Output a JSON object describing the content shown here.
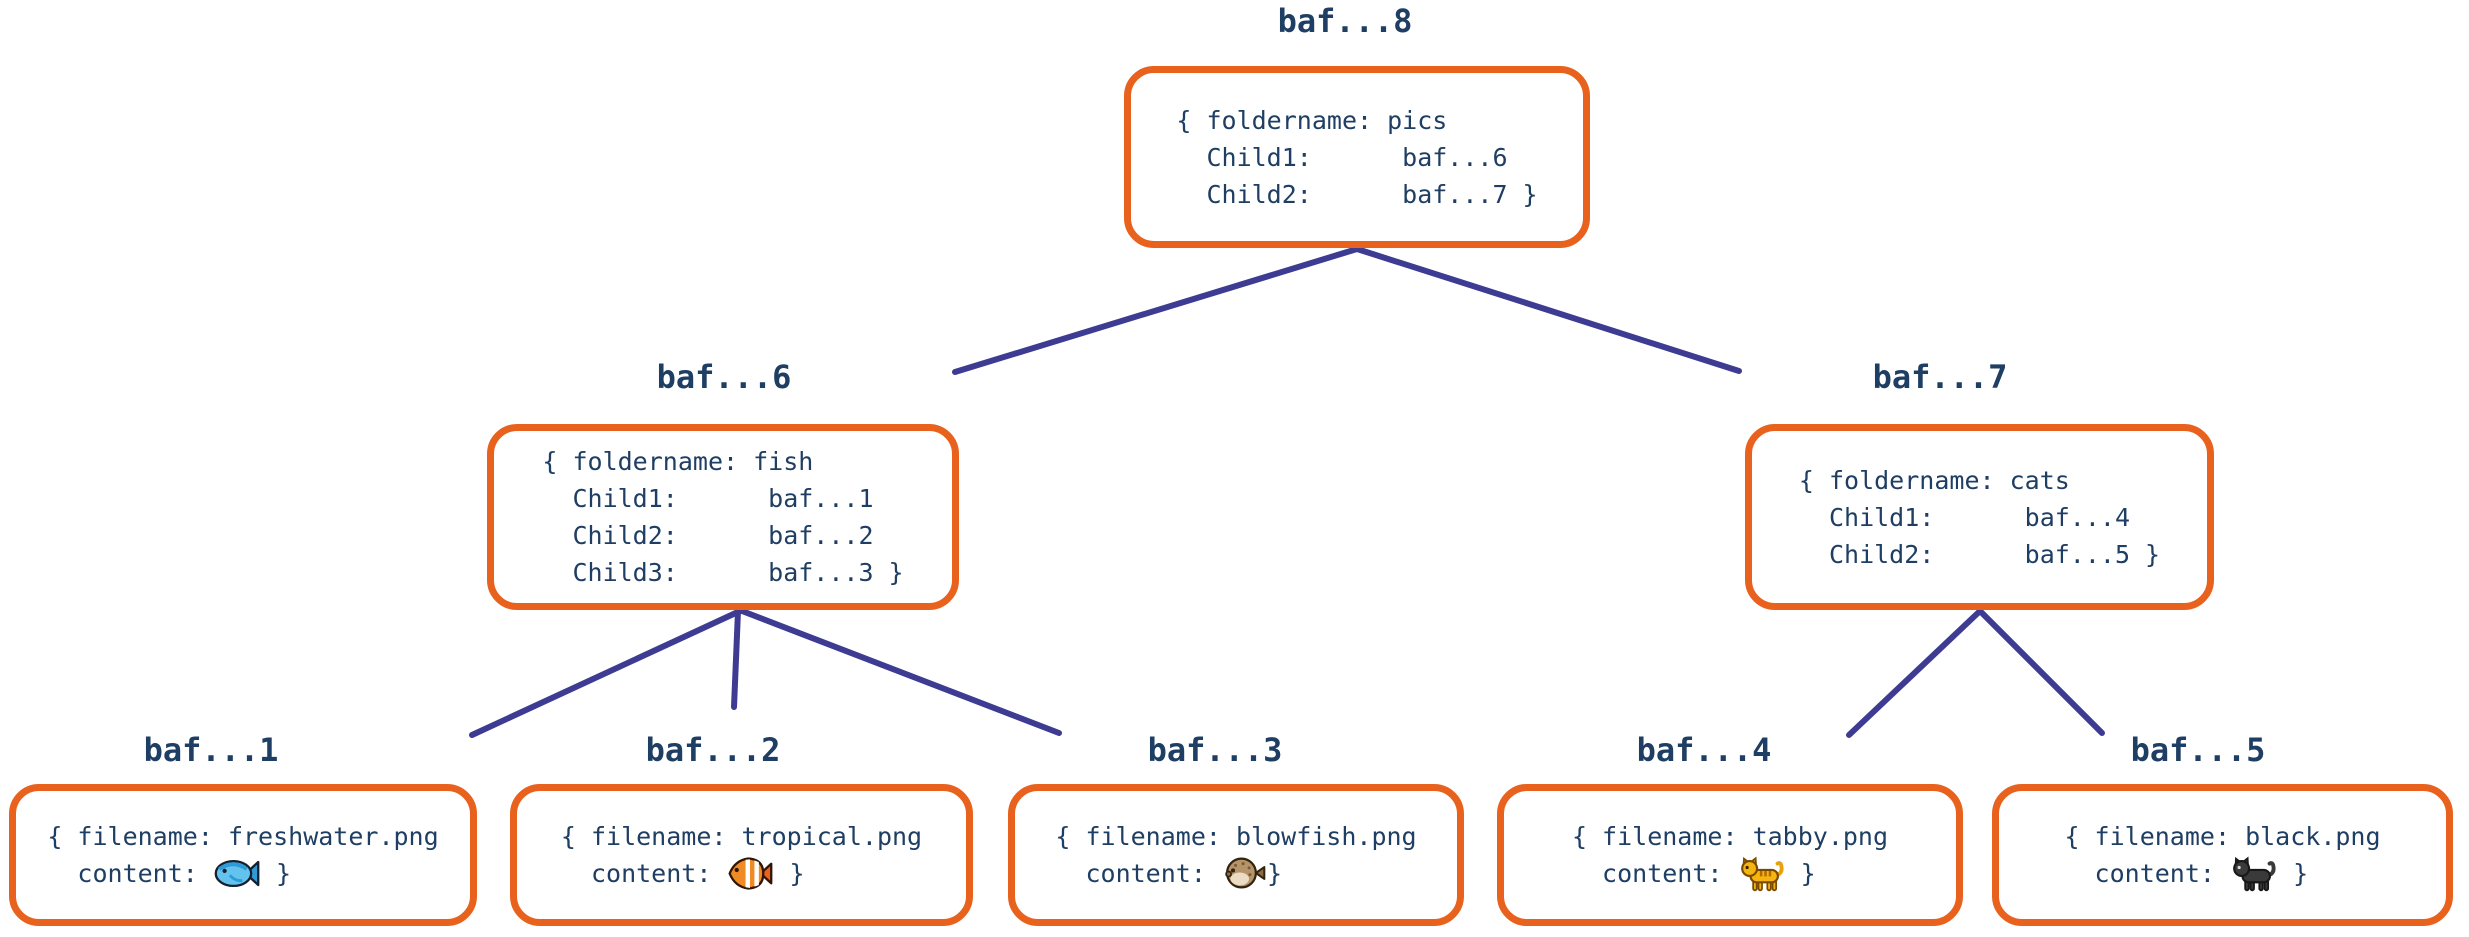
{
  "colors": {
    "box_border_orange": "#e8611d",
    "text_navy": "#1f3e63",
    "edge_indigo": "#3e3b93",
    "background": "#ffffff"
  },
  "nodes": [
    {
      "id": "baf8",
      "kind": "folder",
      "label": "baf...8",
      "text": "{ foldername: pics\n  Child1:      baf...6\n  Child2:      baf...7 }"
    },
    {
      "id": "baf6",
      "kind": "folder",
      "label": "baf...6",
      "text": "{ foldername: fish\n  Child1:      baf...1\n  Child2:      baf...2\n  Child3:      baf...3 }"
    },
    {
      "id": "baf7",
      "kind": "folder",
      "label": "baf...7",
      "text": "{ foldername: cats\n  Child1:      baf...4\n  Child2:      baf...5 }"
    },
    {
      "id": "baf1",
      "kind": "file",
      "label": "baf...1",
      "line1": "{ filename: freshwater.png",
      "content_prefix": "  content: ",
      "content_suffix": " }",
      "icon": "blue-fish-icon"
    },
    {
      "id": "baf2",
      "kind": "file",
      "label": "baf...2",
      "line1": "{ filename: tropical.png",
      "content_prefix": "  content: ",
      "content_suffix": " }",
      "icon": "tropical-fish-icon"
    },
    {
      "id": "baf3",
      "kind": "file",
      "label": "baf...3",
      "line1": "{ filename: blowfish.png",
      "content_prefix": "  content: ",
      "content_suffix": "}",
      "icon": "blowfish-icon"
    },
    {
      "id": "baf4",
      "kind": "file",
      "label": "baf...4",
      "line1": "{ filename: tabby.png",
      "content_prefix": "  content: ",
      "content_suffix": " }",
      "icon": "tabby-cat-icon"
    },
    {
      "id": "baf5",
      "kind": "file",
      "label": "baf...5",
      "line1": "{ filename: black.png",
      "content_prefix": "  content: ",
      "content_suffix": " }",
      "icon": "black-cat-icon"
    }
  ],
  "edges": [
    {
      "from": "baf...8",
      "to": "baf...6"
    },
    {
      "from": "baf...8",
      "to": "baf...7"
    },
    {
      "from": "baf...6",
      "to": "baf...1"
    },
    {
      "from": "baf...6",
      "to": "baf...2"
    },
    {
      "from": "baf...6",
      "to": "baf...3"
    },
    {
      "from": "baf...7",
      "to": "baf...4"
    },
    {
      "from": "baf...7",
      "to": "baf...5"
    }
  ]
}
